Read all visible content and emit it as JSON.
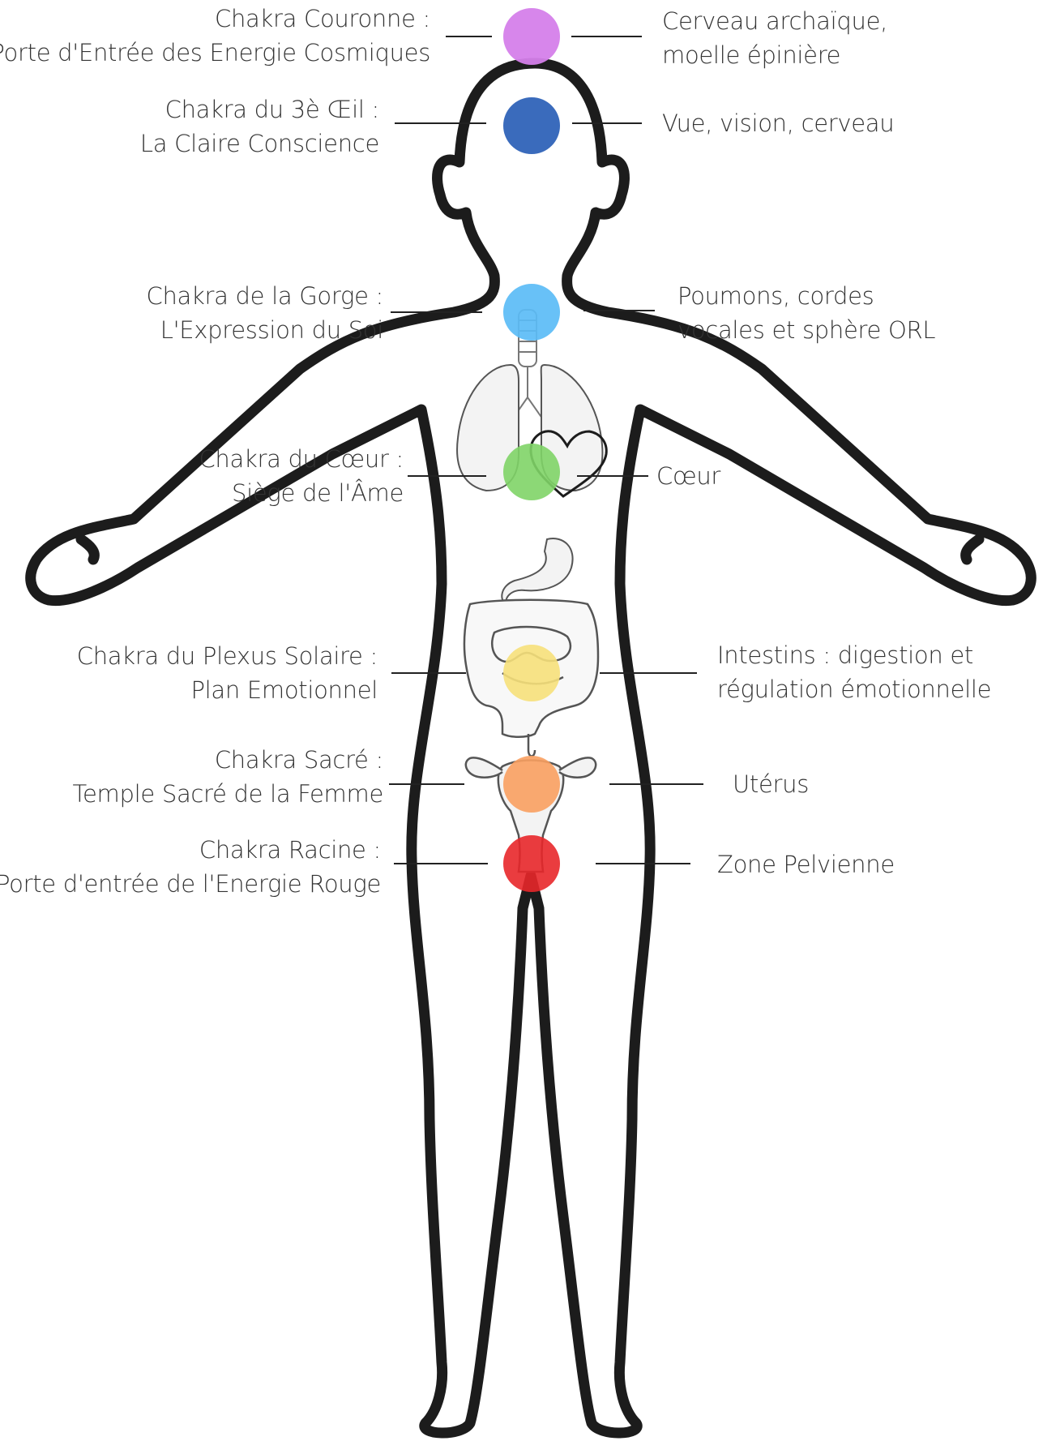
{
  "chakras": [
    {
      "id": "couronne",
      "color": "#d580ea",
      "left": [
        "Chakra Couronne :",
        "Porte d'Entrée des Energie Cosmiques"
      ],
      "right": [
        "Cerveau archaïque,",
        "moelle épinière"
      ]
    },
    {
      "id": "troisieme-oeil",
      "color": "#2f63b8",
      "left": [
        "Chakra du 3è Œil :",
        "La Claire Conscience"
      ],
      "right": [
        "Vue, vision, cerveau"
      ]
    },
    {
      "id": "gorge",
      "color": "#5bbcf6",
      "left": [
        "Chakra de la Gorge :",
        "L'Expression du Soi"
      ],
      "right": [
        "Poumons, cordes",
        "vocales et sphère ORL"
      ]
    },
    {
      "id": "coeur",
      "color": "#7fd467",
      "left": [
        "Chakra du Cœur :",
        "Siège de l'Âme"
      ],
      "right": [
        "Cœur"
      ]
    },
    {
      "id": "plexus-solaire",
      "color": "#f6e07a",
      "left": [
        "Chakra du Plexus Solaire :",
        "Plan Emotionnel"
      ],
      "right": [
        "Intestins : digestion et",
        "régulation émotionnelle"
      ]
    },
    {
      "id": "sacre",
      "color": "#f9a060",
      "left": [
        "Chakra Sacré :",
        "Temple Sacré de la Femme"
      ],
      "right": [
        "Utérus"
      ]
    },
    {
      "id": "racine",
      "color": "#e8272a",
      "left": [
        "Chakra Racine :",
        "Porte d'entrée de l'Energie Rouge"
      ],
      "right": [
        "Zone Pelvienne"
      ]
    }
  ],
  "outline_color": "#1c1c1c",
  "icons": [
    "body-outline-icon",
    "lungs-icon",
    "trachea-icon",
    "heart-icon",
    "stomach-icon",
    "intestines-icon",
    "uterus-icon"
  ]
}
